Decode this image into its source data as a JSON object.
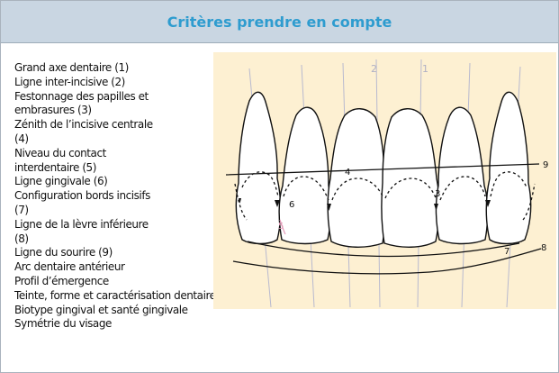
{
  "header": {
    "title": "Critères prendre en compte"
  },
  "criteria": [
    "Grand axe dentaire (1)",
    "Ligne inter-incisive (2)",
    "Festonnage des papilles et",
    "embrasures (3)",
    "Zénith de l’incisive centrale",
    "(4)",
    "Niveau du contact",
    "interdentaire (5)",
    "Ligne gingivale (6)",
    "Configuration bords incisifs",
    "(7)",
    "Ligne de la lèvre inférieure",
    "(8)",
    "Ligne du sourire (9)",
    "Arc dentaire antérieur",
    "Profil d’émergence",
    "Teinte, forme et caractérisation dentaire",
    "Biotype gingival et santé gingivale",
    "Symétrie du visage"
  ],
  "figure": {
    "background_color": "#fdf0d2",
    "labels": {
      "axis_1": "1",
      "axis_2": "2",
      "contact_3": "3",
      "zenith_4": "4",
      "contact_5": "5",
      "gingival_6": "6",
      "incisal_7": "7",
      "lip_8": "8",
      "smile_9": "9"
    }
  }
}
